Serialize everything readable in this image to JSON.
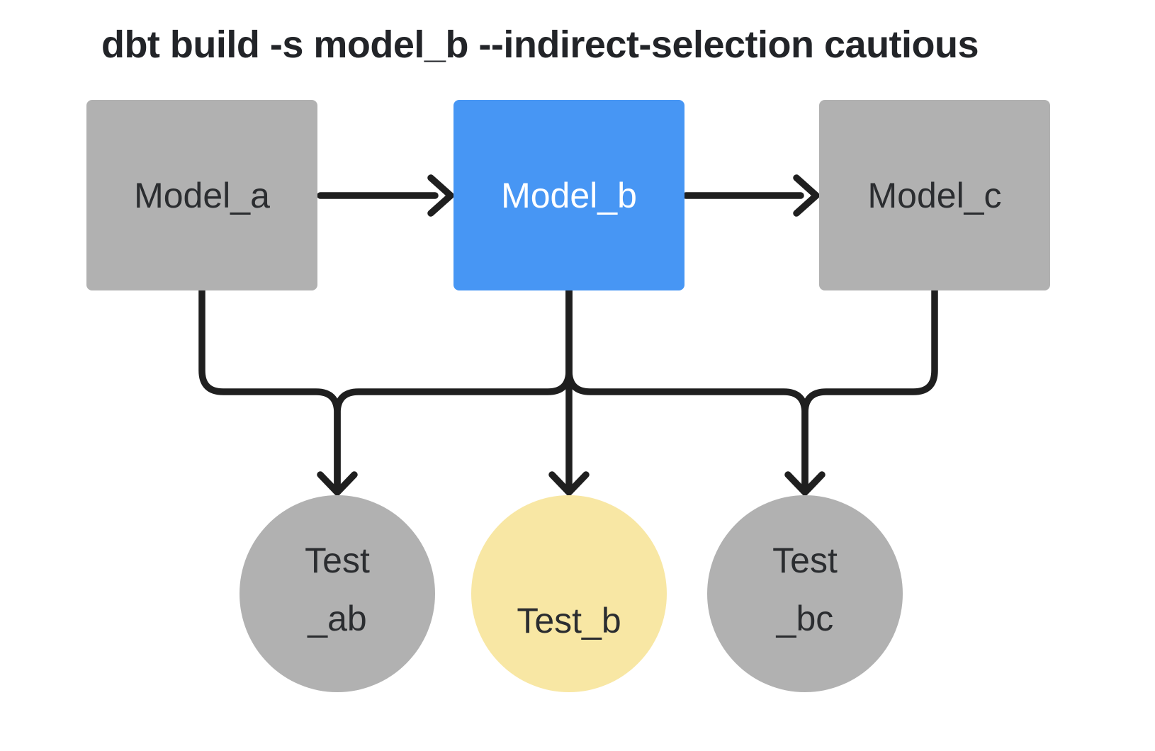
{
  "title": "dbt build -s model_b --indirect-selection cautious",
  "palette": {
    "background": "#ffffff",
    "model_default_fill": "#b1b1b1",
    "model_selected_fill": "#4796f4",
    "test_excluded_fill": "#b1b1b1",
    "test_selected_fill": "#f8e7a4",
    "edge_color": "#1f1f1f",
    "dark_text": "#2b2d30",
    "light_text": "#ffffff"
  },
  "nodes": {
    "model_a": {
      "label": "Model_a"
    },
    "model_b": {
      "label": "Model_b"
    },
    "model_c": {
      "label": "Model_c"
    },
    "test_ab": {
      "line1": "Test",
      "line2": "_ab"
    },
    "test_b": {
      "label": "Test_b"
    },
    "test_bc": {
      "line1": "Test",
      "line2": "_bc"
    }
  },
  "edges": [
    {
      "from": "Model_a",
      "to": "Model_b"
    },
    {
      "from": "Model_b",
      "to": "Model_c"
    },
    {
      "from": "Model_a",
      "to": "Test_ab"
    },
    {
      "from": "Model_b",
      "to": "Test_ab"
    },
    {
      "from": "Model_b",
      "to": "Test_b"
    },
    {
      "from": "Model_b",
      "to": "Test_bc"
    },
    {
      "from": "Model_c",
      "to": "Test_bc"
    }
  ]
}
